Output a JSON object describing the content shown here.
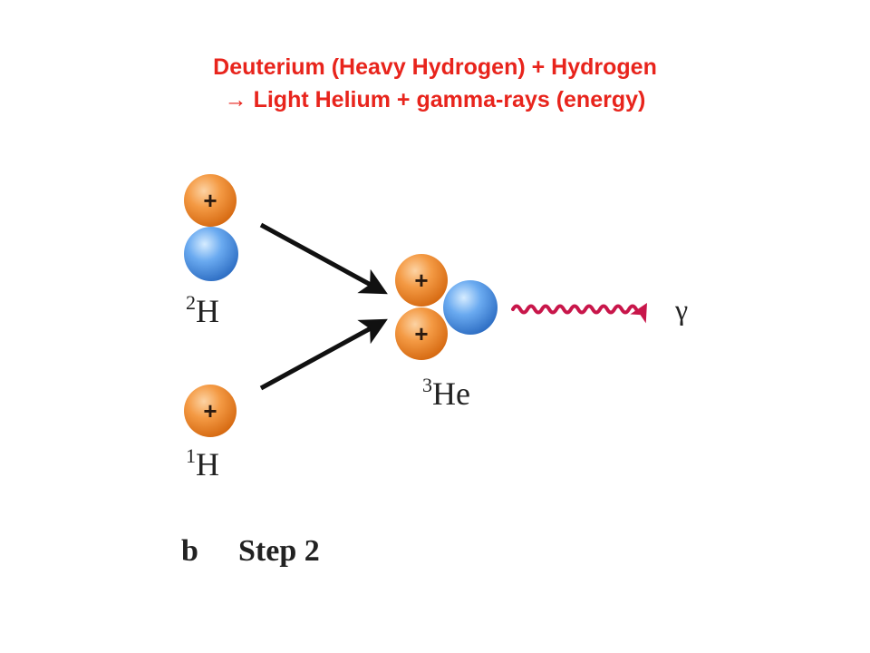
{
  "title": {
    "line1": "Deuterium (Heavy Hydrogen) + Hydrogen",
    "line2": "→ Light Helium + gamma-rays (energy)"
  },
  "colors": {
    "title": "#e8241c",
    "proton": "#f28a2e",
    "neutron": "#4a8ee0",
    "gamma": "#c8164a",
    "arrow": "#111111"
  },
  "particles": {
    "proton_sign": "+"
  },
  "labels": {
    "deuterium": {
      "sup": "2",
      "sym": "H"
    },
    "hydrogen": {
      "sup": "1",
      "sym": "H"
    },
    "helium": {
      "sup": "3",
      "sym": "He"
    },
    "gamma": "γ"
  },
  "caption": {
    "letter": "b",
    "text": "Step 2"
  }
}
